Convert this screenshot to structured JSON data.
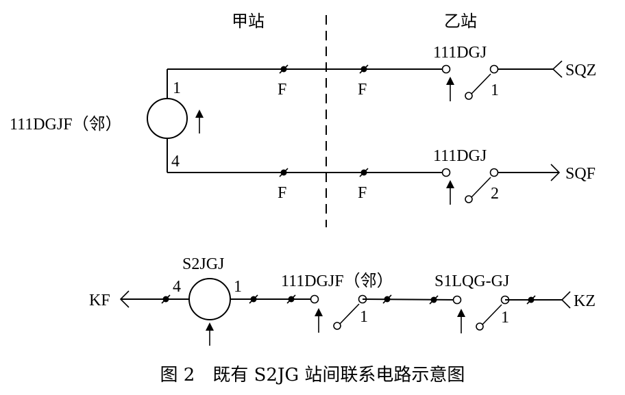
{
  "headers": {
    "station_a": "甲站",
    "station_b": "乙站"
  },
  "top": {
    "relay": "111DGJF（邻）",
    "pin_top": "1",
    "pin_bottom": "4",
    "fuse": "F",
    "contact_relay": "111DGJ",
    "contact_1": "1",
    "contact_2": "2",
    "out_top": "SQZ",
    "out_bottom": "SQF"
  },
  "bottom": {
    "left_terminal": "KF",
    "relay": "S2JGJ",
    "pin_left": "4",
    "pin_right": "1",
    "contact_a_relay": "111DGJF（邻）",
    "contact_a_num": "1",
    "contact_b_relay": "S1LQG-GJ",
    "contact_b_num": "1",
    "right_terminal": "KZ"
  },
  "caption": "图 2　既有 S2JG 站间联系电路示意图"
}
